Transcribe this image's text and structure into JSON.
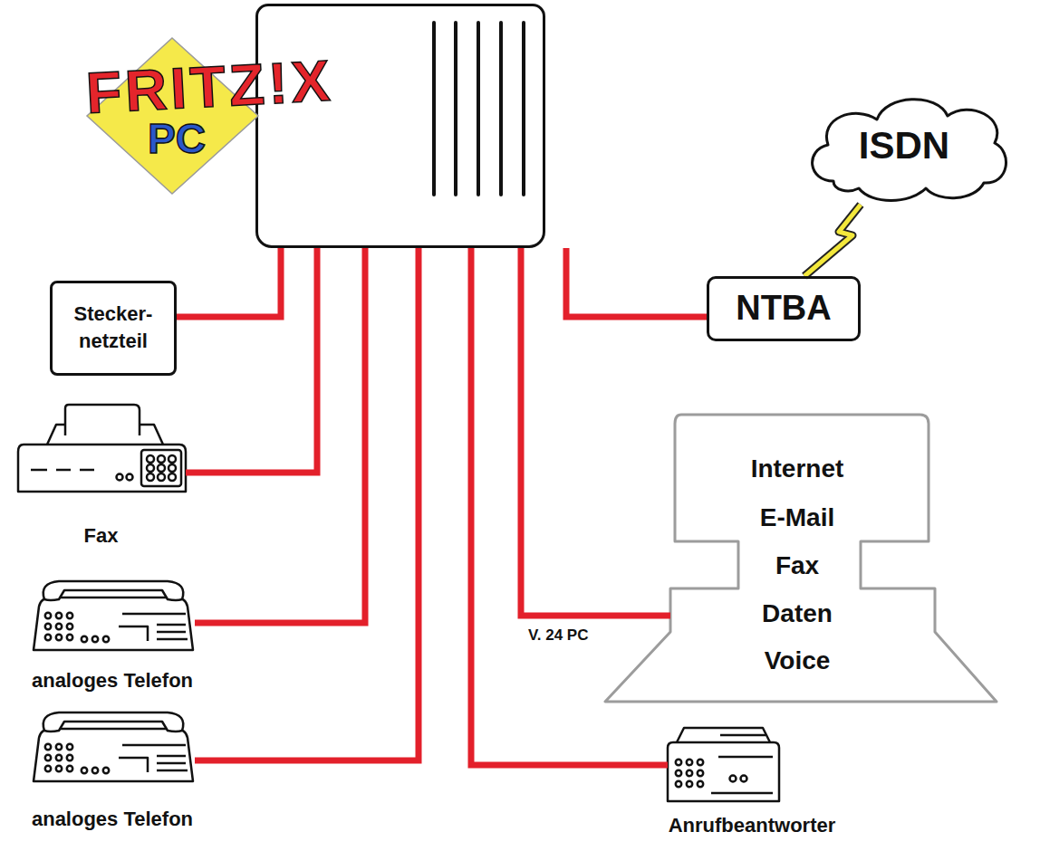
{
  "diagram": {
    "nodes": [
      {
        "text": [
          "FRITZ!X",
          "PC"
        ]
      },
      {
        "text": [
          "ISDN"
        ]
      },
      {
        "text": [
          "Stecker- netzteil"
        ]
      },
      {
        "text": [
          "NTBA"
        ]
      },
      {
        "text": [
          "Fax"
        ]
      },
      {
        "text": [
          "Internet",
          "E-Mail",
          "Fax",
          "Daten",
          "Voice"
        ]
      },
      {
        "text": [
          "analoges Telefon"
        ]
      },
      {
        "text": [
          "analoges Telefon"
        ]
      },
      {
        "text": [
          "Anrufbeantworter"
        ]
      }
    ],
    "edges": [
      {
        "from": 0,
        "to": 2,
        "arrow": "none"
      },
      {
        "from": 0,
        "to": 4,
        "arrow": "none"
      },
      {
        "from": 0,
        "to": 6,
        "arrow": "none"
      },
      {
        "from": 0,
        "to": 7,
        "arrow": "none"
      },
      {
        "from": 0,
        "to": 8,
        "arrow": "none"
      },
      {
        "from": 0,
        "to": 5,
        "label": "V. 24 PC",
        "arrow": "none"
      },
      {
        "from": 0,
        "to": 3,
        "arrow": "none"
      },
      {
        "from": 1,
        "to": 3,
        "arrow": "none"
      }
    ]
  }
}
